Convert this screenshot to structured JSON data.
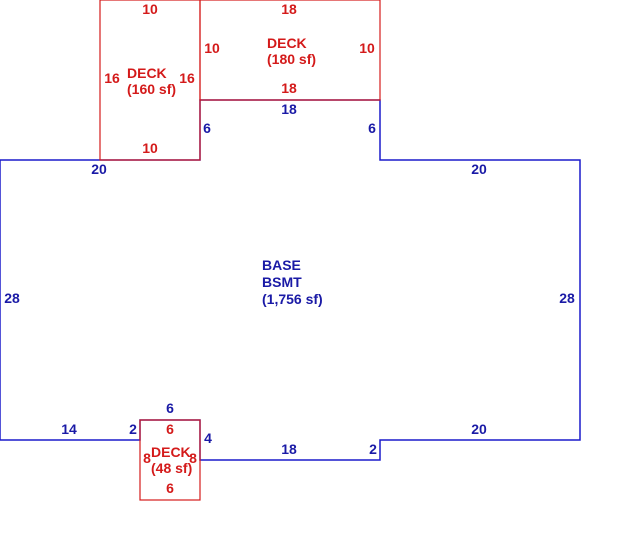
{
  "colors": {
    "base": "#1a1aa6",
    "deck": "#d41a1a"
  },
  "base_area": {
    "lines": [
      "BASE",
      "BSMT",
      "(1,756 sf)"
    ]
  },
  "base_dims": {
    "top_left": "20",
    "left_notch": "6",
    "notch_top": "18",
    "right_notch": "6",
    "top_right": "20",
    "left": "28",
    "right": "28",
    "bottom_left": "14",
    "bottom_step_left": "2",
    "bump_top": "6",
    "bump_right": "4",
    "bottom_mid": "18",
    "bottom_step_right": "2",
    "bottom_right": "20"
  },
  "deck_160": {
    "lines": [
      "DECK",
      "(160 sf)"
    ],
    "top": "10",
    "bottom": "10",
    "left": "16",
    "right": "16"
  },
  "deck_180": {
    "lines": [
      "DECK",
      "(180 sf)"
    ],
    "top": "18",
    "bottom": "18",
    "left": "10",
    "right": "10"
  },
  "deck_48": {
    "lines": [
      "DECK",
      "(48 sf)"
    ],
    "top": "6",
    "bottom": "6",
    "left": "8",
    "right": "8"
  }
}
